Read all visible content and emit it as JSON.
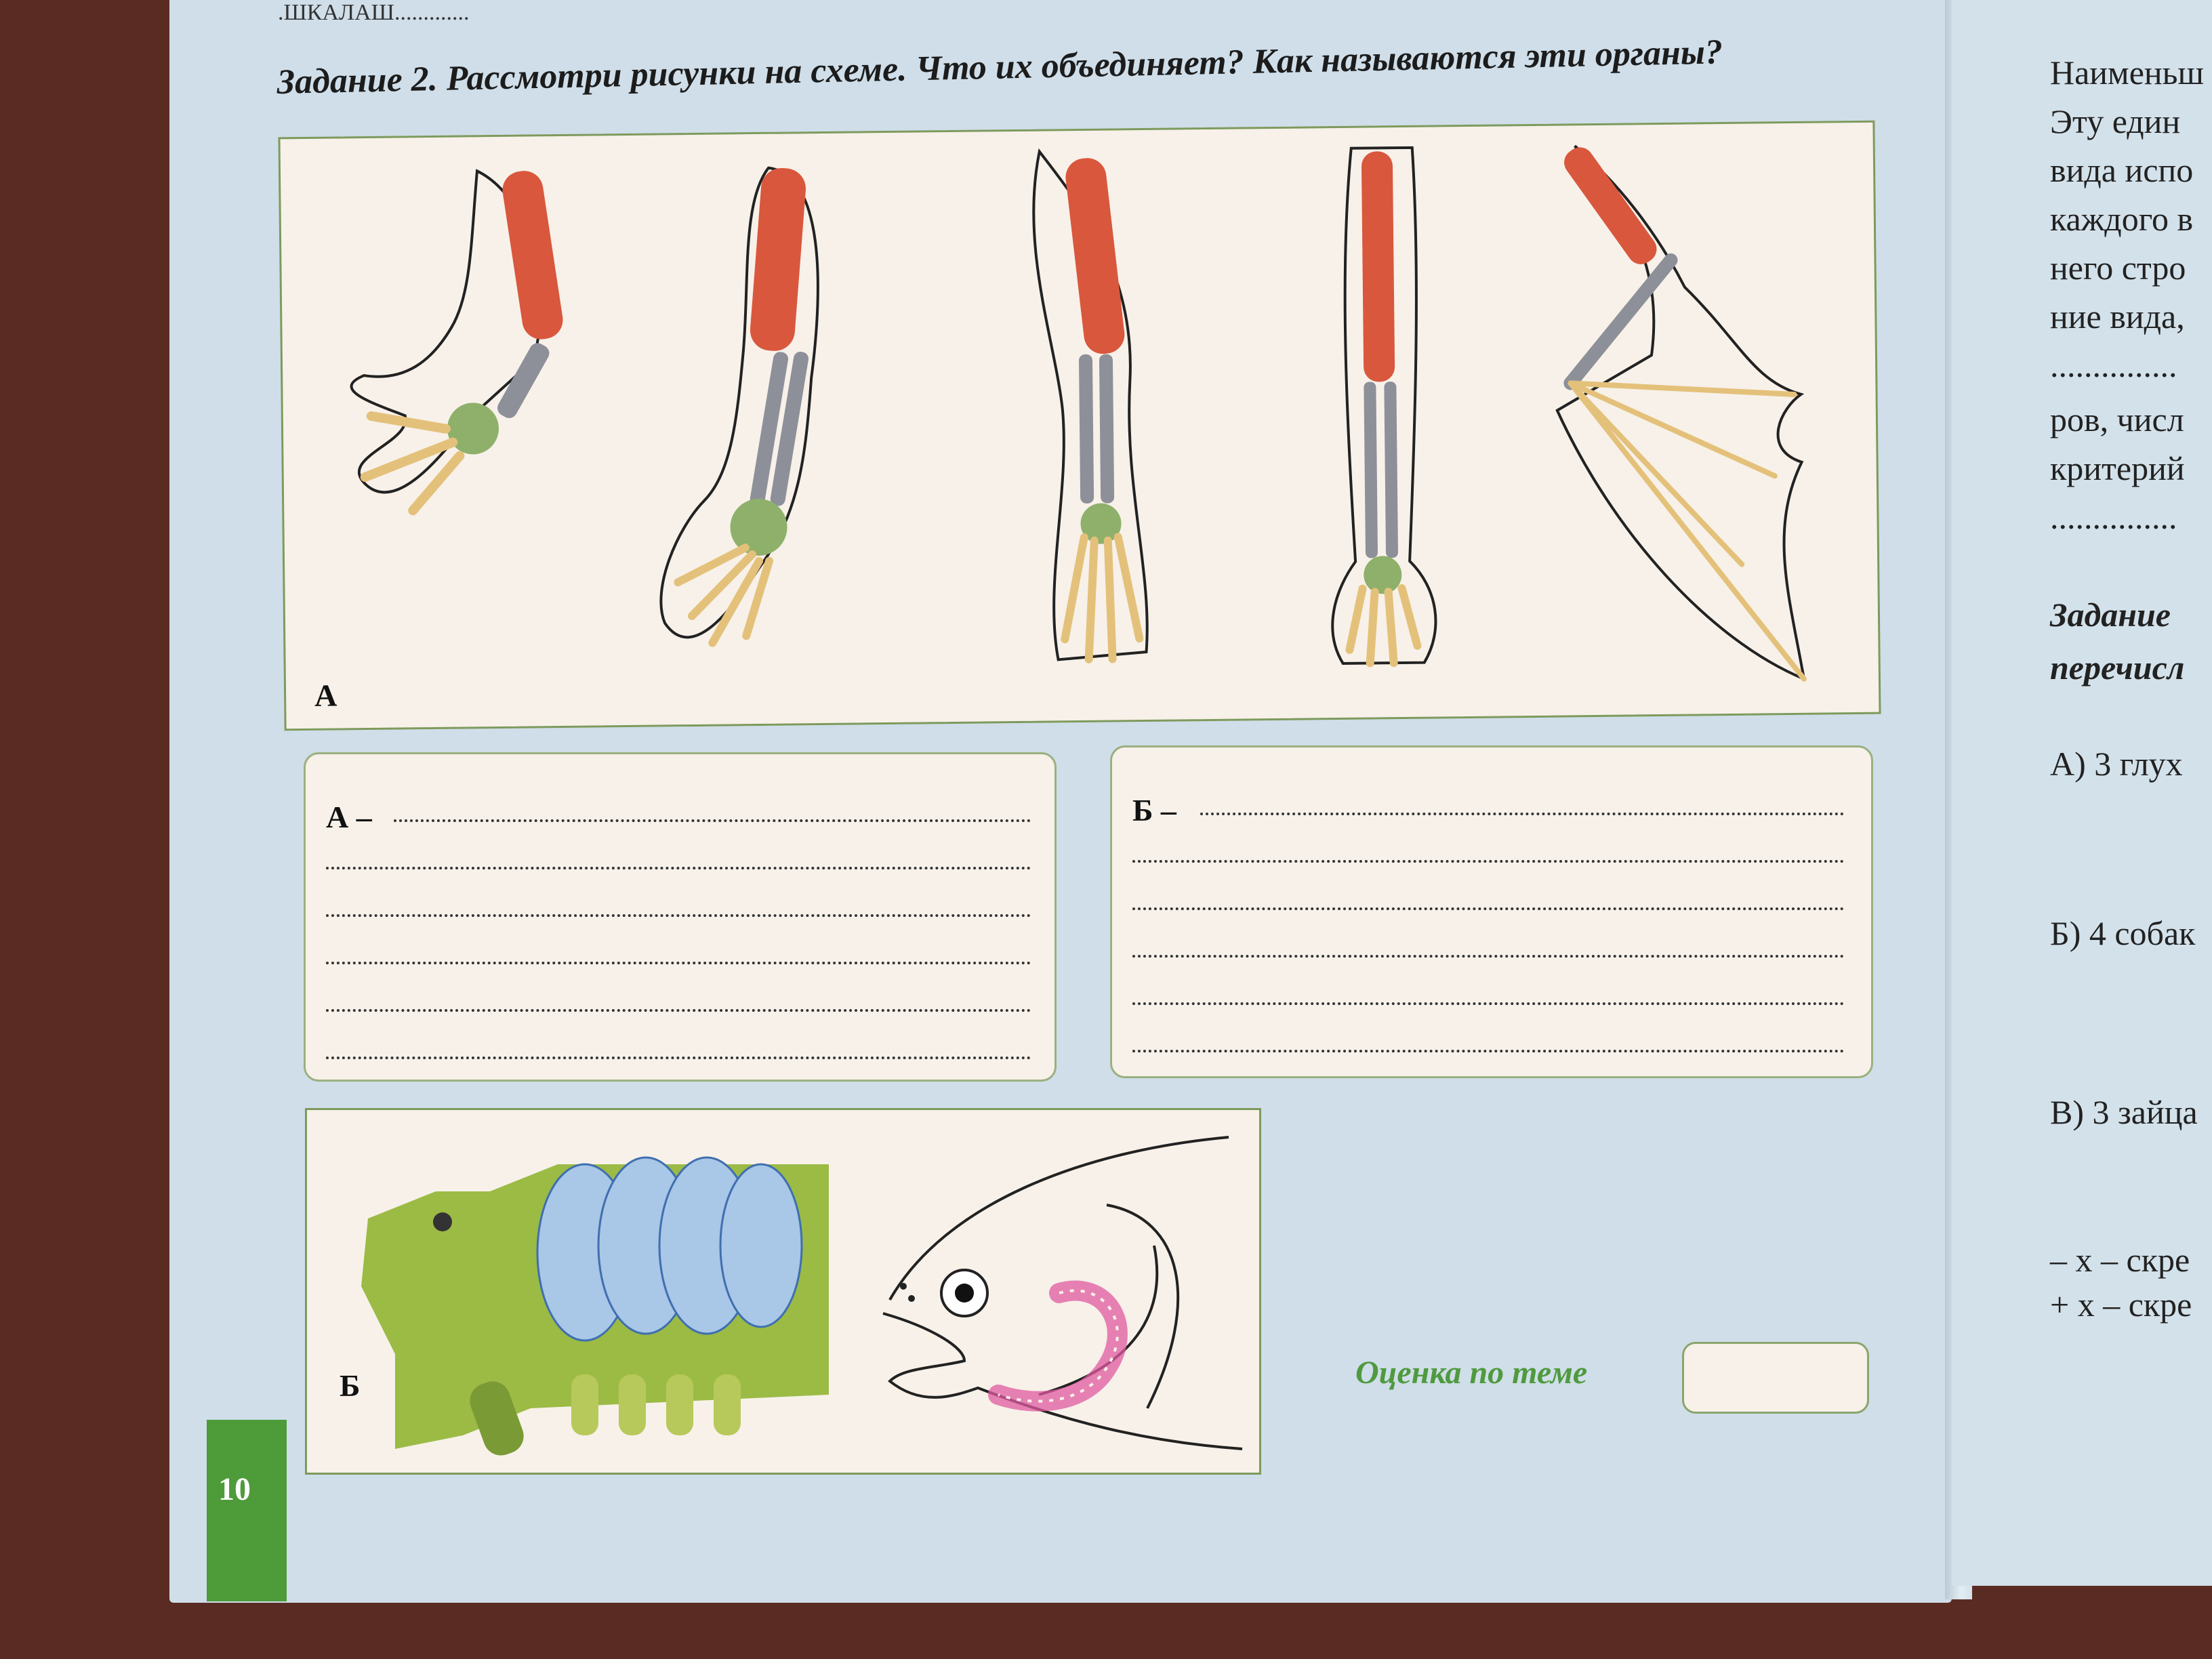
{
  "header": {
    "top_scribble": ".ШКАЛАШ.............",
    "task_title": "Задание 2. Рассмотри рисунки на схеме. Что их объединяет? Как называются эти органы?"
  },
  "panel_a": {
    "letter": "А"
  },
  "panel_b": {
    "letter": "Б"
  },
  "answers": {
    "a_label": "А –",
    "b_label": "Б –"
  },
  "footer": {
    "page_number": "10",
    "grade_label": "Оценка по теме"
  },
  "right_page": {
    "lines": [
      "Наименьш",
      "Эту един",
      "вида испо",
      "каждого в",
      "него стро",
      "ние вида,",
      "...............",
      "ров, числ",
      "критерий",
      "..............."
    ],
    "task_heading_1": "Задание",
    "task_heading_2": "перечисл",
    "item_a": "А) 3 глух",
    "item_b": "Б) 4 собак",
    "item_c": "В) 3 зайца",
    "legend_1": "– х – скре",
    "legend_2": "+ х – скре"
  },
  "colors": {
    "page_bg": "#cfdee9",
    "panel_bg": "#f7f1e9",
    "accent_green": "#4e9b3a",
    "bone_red": "#d9573d",
    "bone_gray": "#8d9099",
    "bone_yellow": "#e4c17a",
    "carpal_green": "#8fb06a",
    "gill_pink": "#e05aa0"
  }
}
